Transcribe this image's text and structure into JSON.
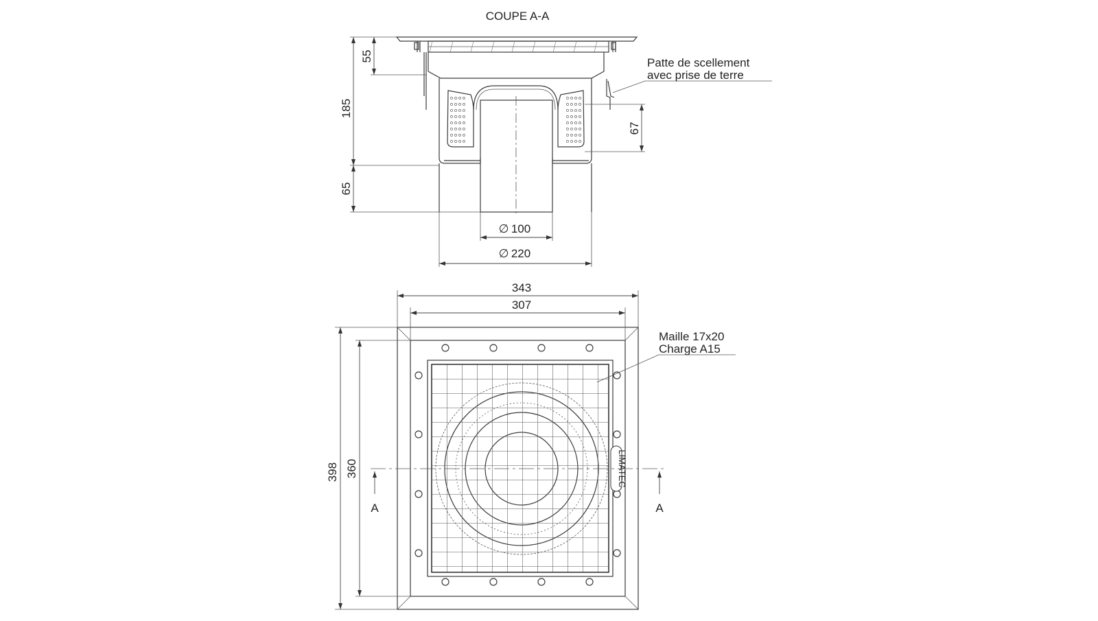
{
  "section_title": "COUPE A-A",
  "callouts": {
    "sealing_tab_line1": "Patte de scellement",
    "sealing_tab_line2": "avec prise de terre",
    "mesh_line1": "Maille 17x20",
    "mesh_line2": "Charge A15"
  },
  "section_dimensions": {
    "upper_height": "55",
    "body_height": "185",
    "outlet_height": "65",
    "basket_height": "67",
    "inner_diameter": "100",
    "outer_diameter": "220"
  },
  "plan_dimensions": {
    "overall_width": "343",
    "inner_width": "307",
    "overall_height": "398",
    "inner_height": "360"
  },
  "section_markers": {
    "left": "A",
    "right": "A"
  },
  "brand_label": "LIMATEC",
  "diameter_symbol": "∅"
}
